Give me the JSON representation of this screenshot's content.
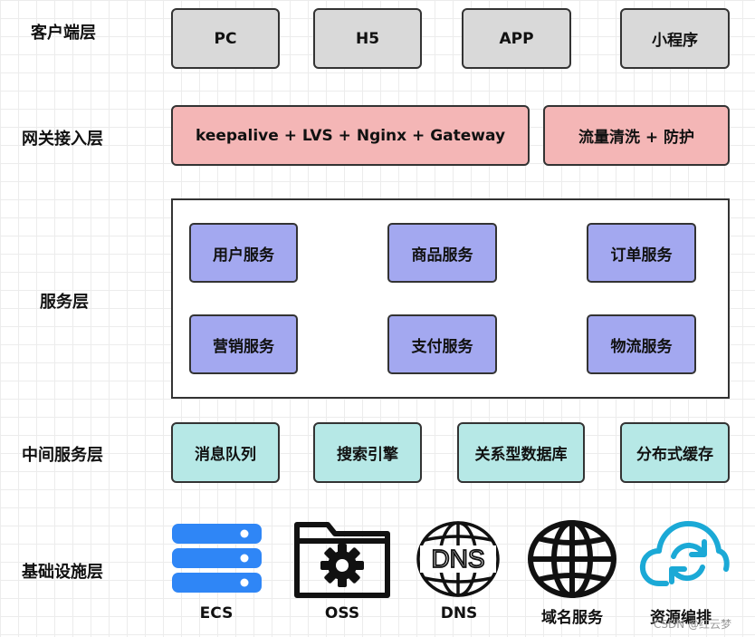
{
  "layers": {
    "client": "客户端层",
    "gateway": "网关接入层",
    "service": "服务层",
    "middleware": "中间服务层",
    "infrastructure": "基础设施层"
  },
  "client": [
    "PC",
    "H5",
    "APP",
    "小程序"
  ],
  "gateway": [
    "keepalive + LVS + Nginx + Gateway",
    "流量清洗 + 防护"
  ],
  "services": [
    "用户服务",
    "商品服务",
    "订单服务",
    "营销服务",
    "支付服务",
    "物流服务"
  ],
  "middleware": [
    "消息队列",
    "搜索引擎",
    "关系型数据库",
    "分布式缓存"
  ],
  "infrastructure": {
    "items": [
      {
        "label": "ECS",
        "icon": "server-stack-icon"
      },
      {
        "label": "OSS",
        "icon": "folder-gear-icon"
      },
      {
        "label": "DNS",
        "icon": "dns-globe-icon"
      },
      {
        "label": "域名服务",
        "icon": "globe-icon"
      },
      {
        "label": "资源编排",
        "icon": "sync-cloud-icon"
      }
    ]
  },
  "colors": {
    "client": "#d9d9d9",
    "gateway": "#f4b6b6",
    "service": "#a3a8f0",
    "middleware": "#b6e8e6",
    "ecs_blue": "#2f86f6",
    "sync_cyan": "#1ba9d6"
  },
  "watermark": "CSDN @红云梦"
}
